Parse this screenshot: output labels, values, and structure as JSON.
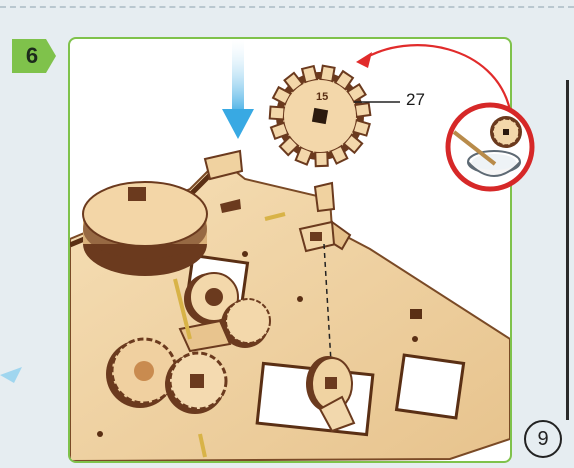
{
  "step": {
    "number": "6"
  },
  "callout": {
    "part_number": "27"
  },
  "gear": {
    "engraving": "15"
  },
  "page": {
    "number": "9"
  },
  "colors": {
    "frame_border": "#7fc24b",
    "step_badge": "#7fc24b",
    "motion_arrow": "#38a9e3",
    "callout_arrow": "#e12b2b",
    "wood_light": "#f0d5a8",
    "wood_dark": "#6b3a1e"
  },
  "icons": {
    "down_arrow": "blue-down-arrow-icon",
    "glue": "glue-bowl-icon"
  }
}
